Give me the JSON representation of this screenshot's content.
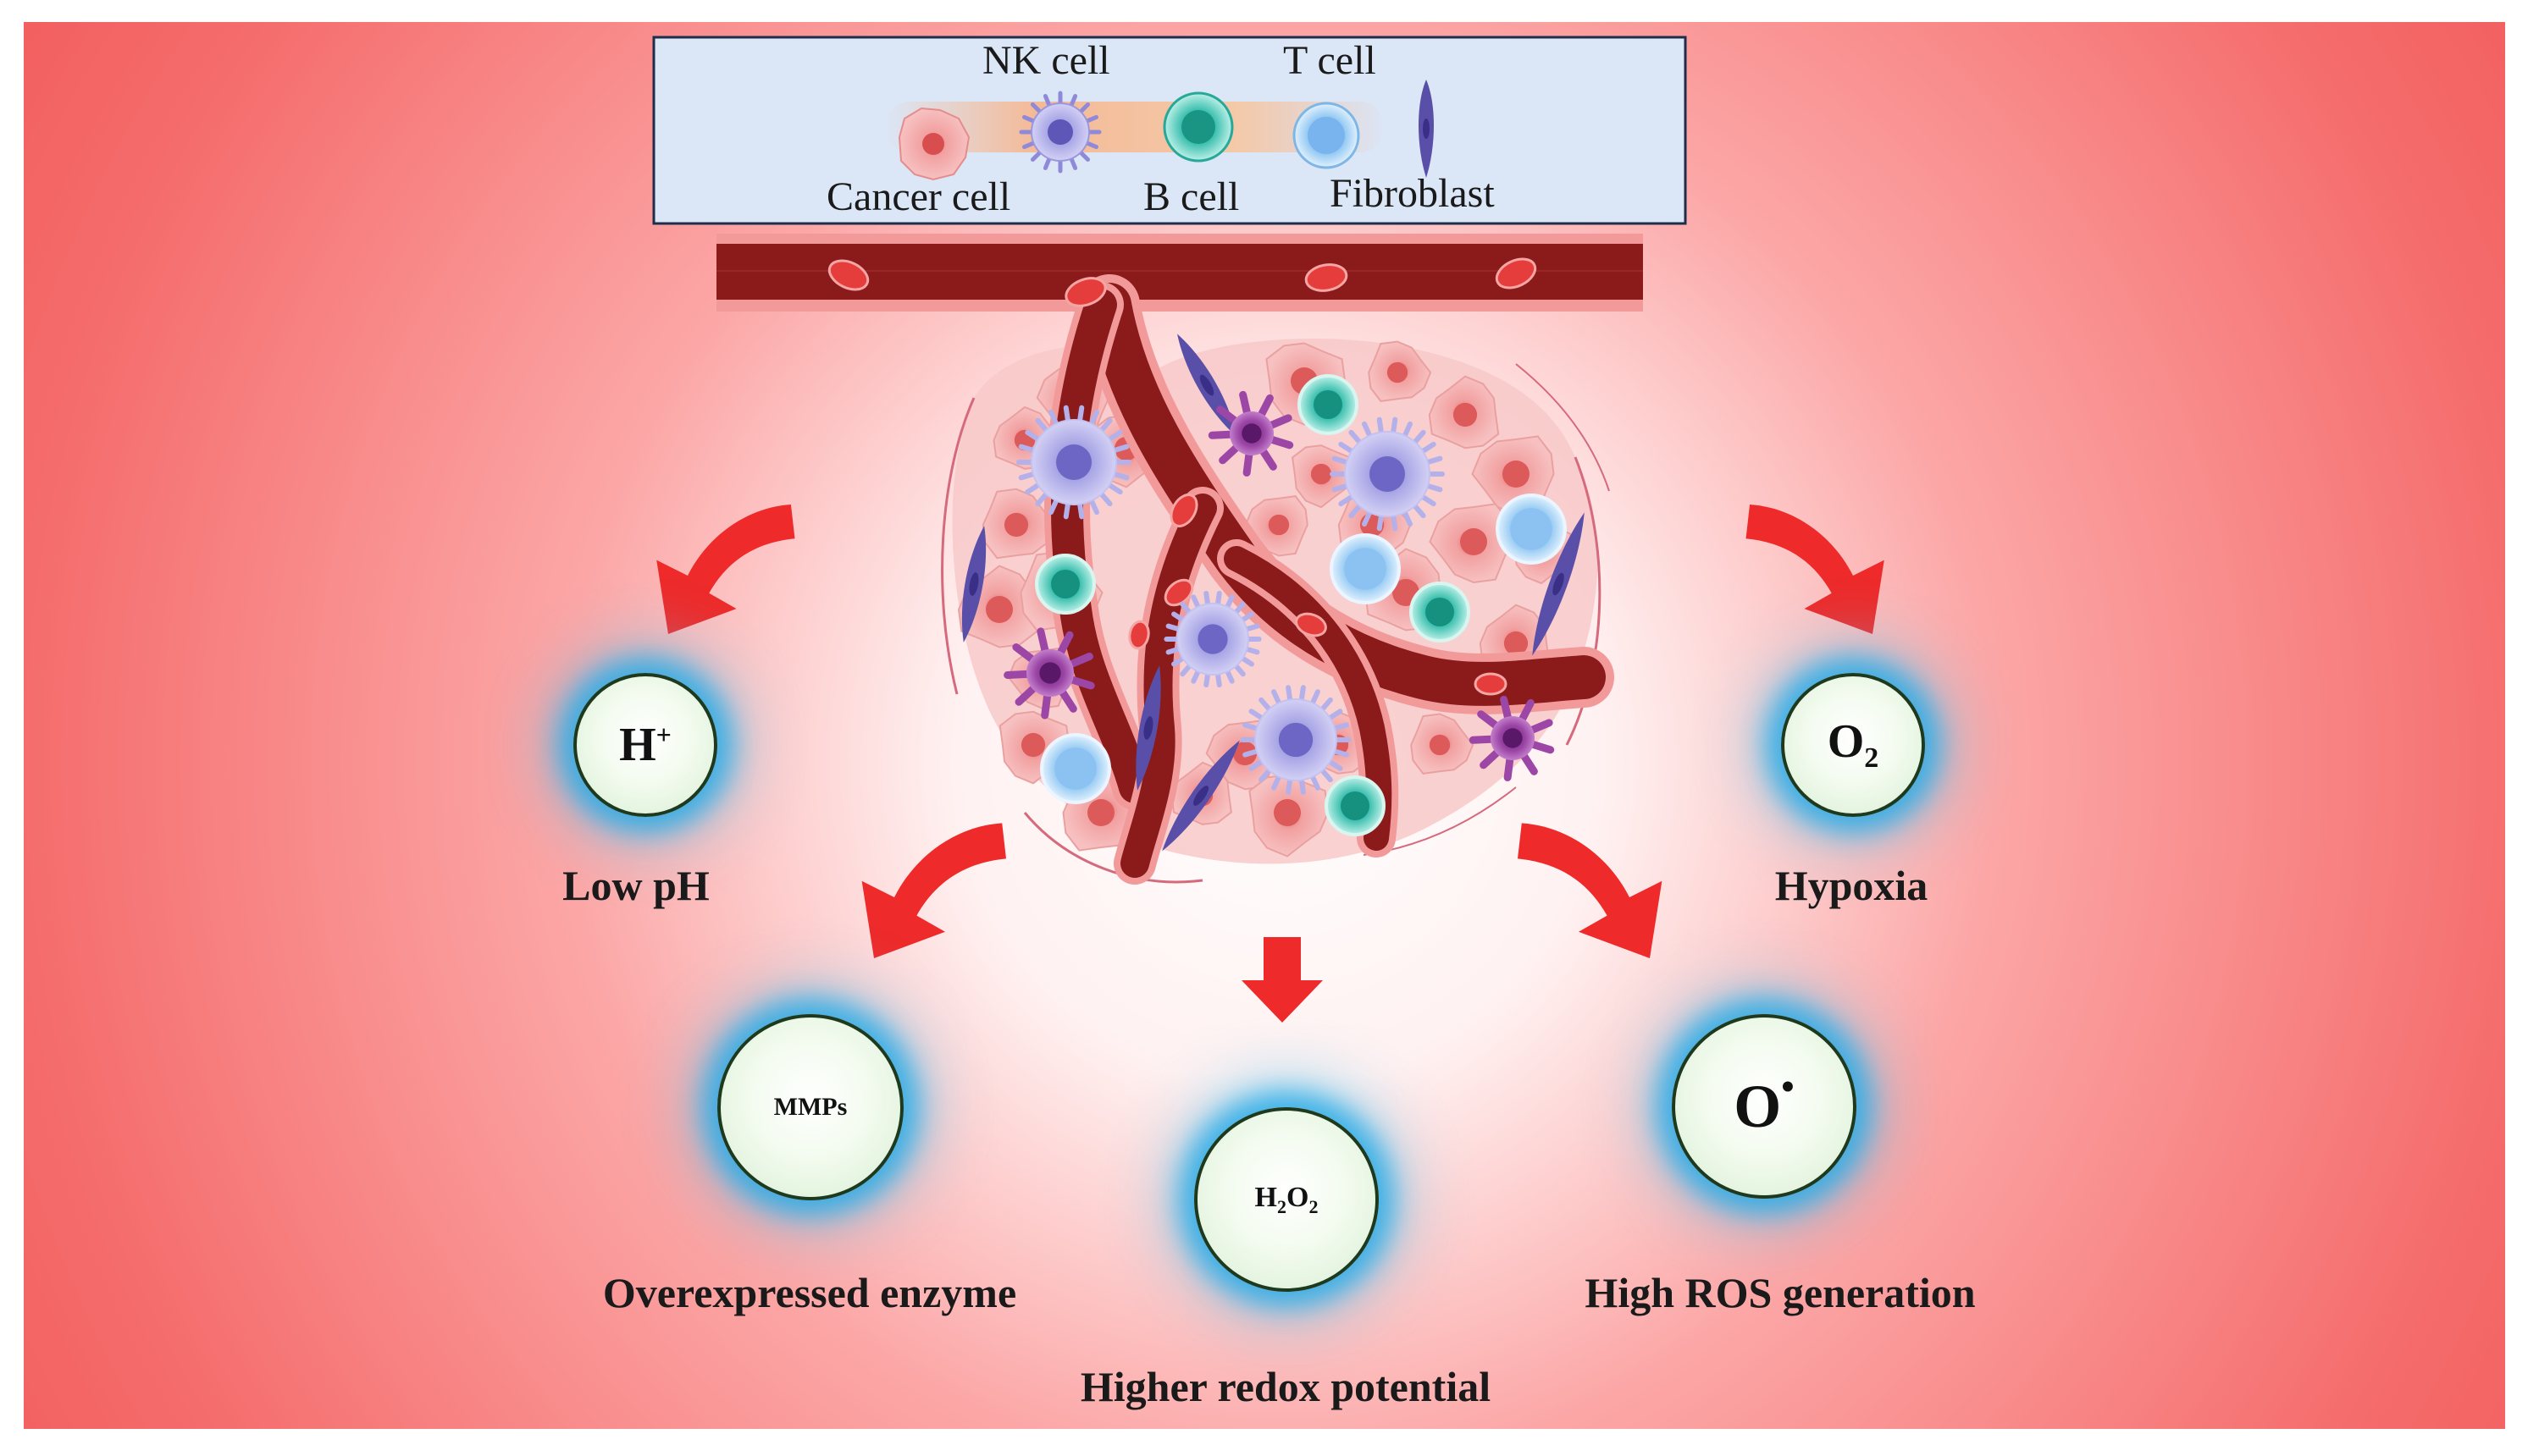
{
  "legend": {
    "labels": {
      "nk": "NK cell",
      "t": "T cell",
      "cancer": "Cancer cell",
      "b": "B cell",
      "fibroblast": "Fibroblast"
    }
  },
  "features": {
    "low_ph": {
      "symbol": "H",
      "sup": "+",
      "caption": "Low pH"
    },
    "hypoxia": {
      "symbol": "O",
      "sub": "2",
      "caption": "Hypoxia"
    },
    "enzyme": {
      "symbol": "MMPs",
      "caption": "Overexpressed enzyme"
    },
    "redox": {
      "symbol_a": "H",
      "sub_a": "2",
      "symbol_b": "O",
      "sub_b": "2",
      "caption": "Higher redox potential"
    },
    "ros": {
      "symbol": "O",
      "sup": "•",
      "caption": "High ROS generation"
    }
  },
  "colors": {
    "background_edge": "#f56c6c",
    "background_center": "#ffffff",
    "vessel": "#8b1a1a",
    "vessel_edge": "#e88080",
    "arrow": "#ee2a2a",
    "glow": "#28aae6",
    "legend_bg": "#dbe6f7",
    "cancer_cell": "#f2a1a1",
    "nk_cell": "#a9a6e6",
    "b_cell": "#3bbfae",
    "t_cell": "#8ec6f2",
    "fibroblast": "#5a4fa8",
    "dendritic": "#9c46a6"
  }
}
